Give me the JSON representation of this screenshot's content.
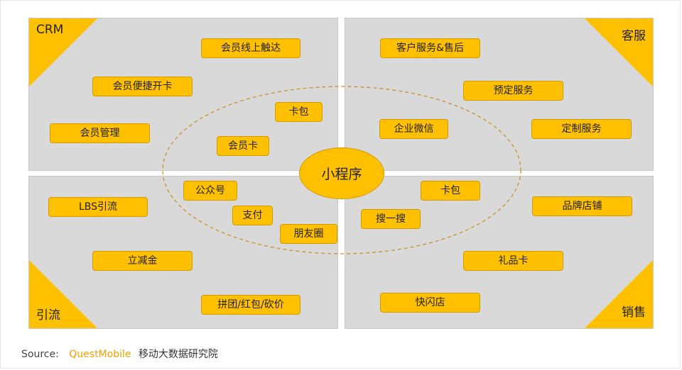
{
  "quadrants": {
    "crm": "CRM",
    "service": "客服",
    "traffic": "引流",
    "sales": "销售"
  },
  "center": "小程序",
  "pills": {
    "crm_online_reach": "会员线上触达",
    "crm_quick_card": "会员便捷开卡",
    "crm_member_mgmt": "会员管理",
    "crm_card_wallet": "卡包",
    "crm_member_card": "会员卡",
    "service_after_sales": "客户服务&售后",
    "service_booking": "预定服务",
    "service_wecom": "企业微信",
    "service_custom": "定制服务",
    "traffic_lbs": "LBS引流",
    "traffic_public_account": "公众号",
    "traffic_payment": "支付",
    "traffic_moments": "朋友圈",
    "traffic_discount": "立减金",
    "traffic_group_buy": "拼团/红包/砍价",
    "sales_card_wallet": "卡包",
    "sales_search": "搜一搜",
    "sales_brand_store": "品牌店铺",
    "sales_gift_card": "礼品卡",
    "sales_popup_store": "快闪店"
  },
  "source": {
    "label": "Source:",
    "brand": "QuestMobile",
    "org": "移动大数据研究院"
  },
  "colors": {
    "accent": "#ffc000",
    "accent_border": "#d29a00",
    "panel": "#d9d9d9",
    "ring": "#c8922a",
    "brand": "#f0a000"
  }
}
